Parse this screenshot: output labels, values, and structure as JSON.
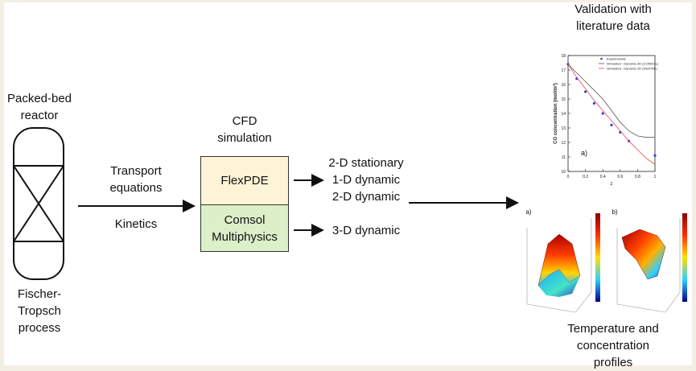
{
  "reactor": {
    "title": "Packed-bed\nreactor",
    "process": "Fischer-Tropsch\nprocess"
  },
  "inputs": {
    "transport": "Transport\nequations",
    "kinetics": "Kinetics"
  },
  "cfd": {
    "title": "CFD\nsimulation",
    "tool1": "FlexPDE",
    "tool2": "Comsol\nMultiphysics",
    "tool1_color": "#fdf3d6",
    "tool2_color": "#dcefc8"
  },
  "models": {
    "flexpde": "2-D stationary\n1-D dynamic\n2-D dynamic",
    "comsol": "3-D dynamic"
  },
  "validation": {
    "title": "Validation with\nliterature data"
  },
  "profiles": {
    "title": "Temperature and\nconcentration\nprofiles",
    "panel_a": "a)",
    "panel_b": "b)"
  },
  "chart_data": {
    "type": "line",
    "panel_label": "a)",
    "xlabel": "z",
    "ylabel": "CO concentration (mol/m³)",
    "xlim": [
      0,
      1
    ],
    "ylim": [
      10,
      18
    ],
    "xticks": [
      "0",
      "0.2",
      "0.4",
      "0.6",
      "0.8",
      "1"
    ],
    "yticks": [
      "10",
      "11",
      "12",
      "13",
      "14",
      "15",
      "16",
      "17",
      "18"
    ],
    "series": [
      {
        "name": "Experimental",
        "kind": "scatter",
        "color": "#3a3adf",
        "x": [
          0.0,
          0.1,
          0.2,
          0.3,
          0.4,
          0.5,
          0.6,
          0.7,
          1.0
        ],
        "y": [
          17.4,
          16.4,
          15.5,
          14.7,
          14.0,
          13.2,
          12.7,
          12.1,
          11.1
        ]
      },
      {
        "name": "Simulated - Dynamic 3D (COMSOL)",
        "kind": "line",
        "color": "#555555",
        "x": [
          0.0,
          0.1,
          0.2,
          0.3,
          0.4,
          0.5,
          0.6,
          0.7,
          0.8,
          0.9,
          1.0
        ],
        "y": [
          17.4,
          16.8,
          16.2,
          15.6,
          15.0,
          14.2,
          13.4,
          12.8,
          12.45,
          12.35,
          12.35
        ]
      },
      {
        "name": "Simulated - Dynamic 2D (FlexPDE)",
        "kind": "line",
        "color": "#e0484c",
        "x": [
          0.0,
          0.1,
          0.2,
          0.3,
          0.4,
          0.5,
          0.6,
          0.7,
          0.8,
          0.9,
          1.0
        ],
        "y": [
          17.4,
          16.5,
          15.7,
          14.9,
          14.2,
          13.5,
          12.8,
          12.1,
          11.5,
          10.9,
          10.5
        ]
      }
    ],
    "legend_position": "top-right"
  }
}
